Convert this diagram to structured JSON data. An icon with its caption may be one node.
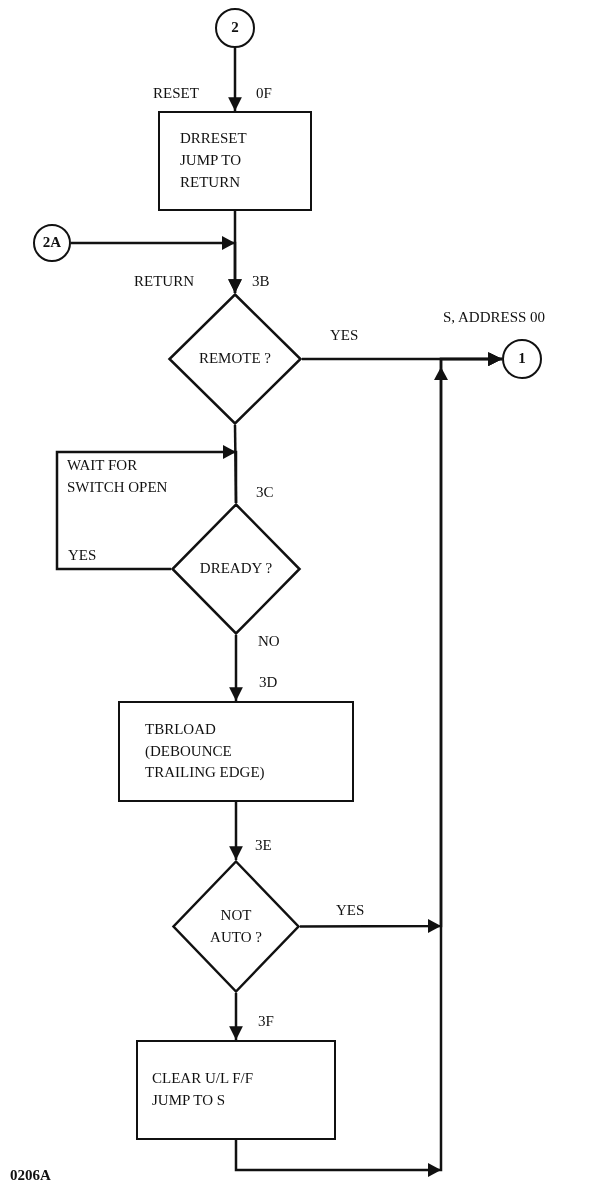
{
  "diagram": {
    "nodes": [
      {
        "text": [
          "2"
        ]
      },
      {
        "text": [
          "DRRESET JUMP TO RETURN"
        ],
        "beside": [
          "RESET",
          "0F"
        ]
      },
      {
        "text": [
          "2A"
        ]
      },
      {
        "text": [
          "REMOTE ?"
        ],
        "beside": [
          "RETURN",
          "3B"
        ]
      },
      {
        "text": [
          "1"
        ],
        "beside": [
          "S, ADDRESS 00"
        ]
      },
      {
        "text": [
          "DREADY ?"
        ],
        "beside": [
          "3C"
        ]
      },
      {
        "text": [
          "TBRLOAD (DEBOUNCE TRAILING EDGE)"
        ],
        "beside": [
          "3D"
        ]
      },
      {
        "text": [
          "NOT AUTO ?"
        ],
        "beside": [
          "3E"
        ]
      },
      {
        "text": [
          "CLEAR U/L F/F JUMP TO S"
        ],
        "beside": [
          "3F"
        ]
      }
    ],
    "edges": [
      {
        "from": 0,
        "to": 1,
        "arrow": "to"
      },
      {
        "from": 1,
        "to": 3,
        "arrow": "to"
      },
      {
        "from": 2,
        "to": 3,
        "arrow": "to"
      },
      {
        "from": 3,
        "to": 4,
        "arrow": "to",
        "label": "YES"
      },
      {
        "from": 3,
        "to": 5,
        "arrow": "none"
      },
      {
        "from": 5,
        "to": 5,
        "arrow": "to",
        "label": "YES"
      },
      {
        "from": 5,
        "to": 6,
        "arrow": "to",
        "label": "NO"
      },
      {
        "from": 6,
        "to": 7,
        "arrow": "to"
      },
      {
        "from": 7,
        "to": 4,
        "arrow": "to",
        "label": "YES"
      },
      {
        "from": 7,
        "to": 8,
        "arrow": "to"
      },
      {
        "from": 8,
        "to": 4,
        "arrow": "to"
      }
    ],
    "labels": [
      "WAIT FOR SWITCH OPEN",
      "0206A"
    ]
  }
}
